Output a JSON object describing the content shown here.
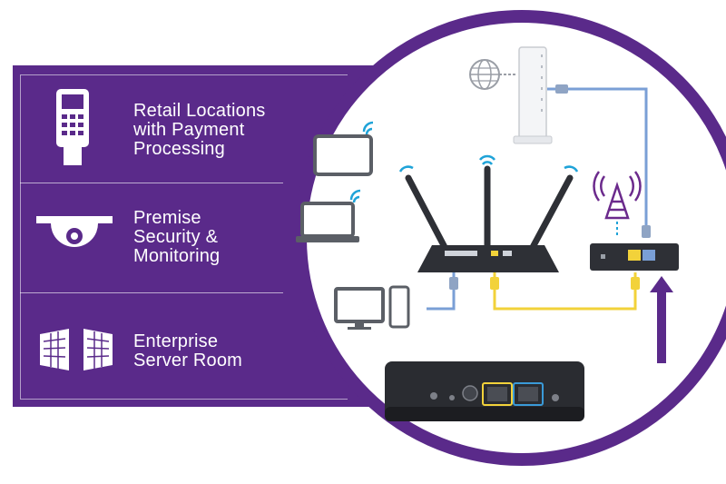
{
  "use_cases": [
    {
      "label": "Retail Locations\nwith Payment\nProcessing",
      "icon": "payment-terminal-icon"
    },
    {
      "label": "Premise\nSecurity &\nMonitoring",
      "icon": "security-camera-icon"
    },
    {
      "label": "Enterprise\nServer Room",
      "icon": "server-room-icon"
    }
  ],
  "colors": {
    "panel": "#5a2a8a",
    "circle_border": "#5a2a8a",
    "ethernet_yellow": "#f2d23a",
    "ethernet_blue": "#7a9fd6",
    "wifi": "#1fa3d8",
    "cellular": "#6b2a8c",
    "device_dark": "#2e3036"
  },
  "diagram_devices": [
    "globe-icon",
    "cable-modem-icon",
    "tablet-icon",
    "laptop-icon",
    "wifi-router-icon",
    "cell-tower-icon",
    "lte-modem-icon",
    "desktop-monitor-icon",
    "phone-icon",
    "lte-modem-closeup"
  ]
}
